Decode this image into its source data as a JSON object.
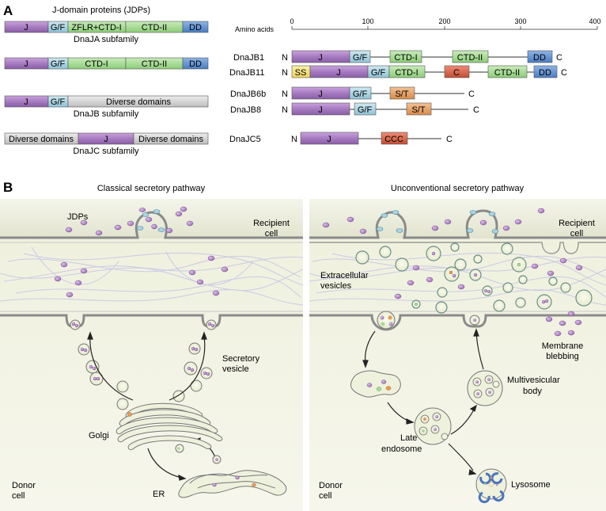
{
  "panel_a": {
    "label": "A",
    "jdp_title": "J-domain proteins (JDPs)",
    "dnaja_subfamily": "DnaJA subfamily",
    "dnajb_subfamily": "DnaJB subfamily",
    "dnajc_subfamily": "DnaJC subfamily",
    "dom_j": "J",
    "dom_gf": "G/F",
    "dom_zflr": "ZFLR+CTD-I",
    "dom_ctd1": "CTD-I",
    "dom_ctd2": "CTD-II",
    "dom_dd": "DD",
    "dom_diverse": "Diverse domains",
    "dom_ss": "SS",
    "dom_st": "S/T",
    "dom_c": "C",
    "dom_ccc": "CCC",
    "n_term": "N",
    "c_term": "C",
    "axis_title": "Amino acids",
    "axis_ticks": [
      "0",
      "100",
      "200",
      "300",
      "400"
    ],
    "proteins": [
      "DnaJB1",
      "DnaJB11",
      "DnaJB6b",
      "DnaJB8",
      "DnaJC5"
    ]
  },
  "panel_b": {
    "label": "B",
    "classical_title": "Classical secretory pathway",
    "unconventional_title": "Unconventional secretory pathway",
    "jdps": "JDPs",
    "recipient": "Recipient",
    "recipient2": "cell",
    "donor": "Donor",
    "donor2": "cell",
    "secretory": "Secretory",
    "vesicle": "vesicle",
    "golgi": "Golgi",
    "er": "ER",
    "ev1": "Extracellular",
    "ev2": "vesicles",
    "blebbing1": "Membrane",
    "blebbing2": "blebbing",
    "mvb1": "Multivesicular",
    "mvb2": "body",
    "late1": "Late",
    "late2": "endosome",
    "lysosome": "Lysosome"
  },
  "colors": {
    "j": "#a77bc0",
    "gf": "#a9d3e0",
    "ctd": "#a8d99a",
    "dd": "#5c8fd0",
    "diverse": "#d4d4d4",
    "ss": "#f5e07a",
    "st": "#e9a366",
    "c": "#d9654b",
    "jdp_dot": "#b488c6",
    "vesicle_fill": "#eef4dc",
    "membrane_band": "#e8ead7"
  }
}
